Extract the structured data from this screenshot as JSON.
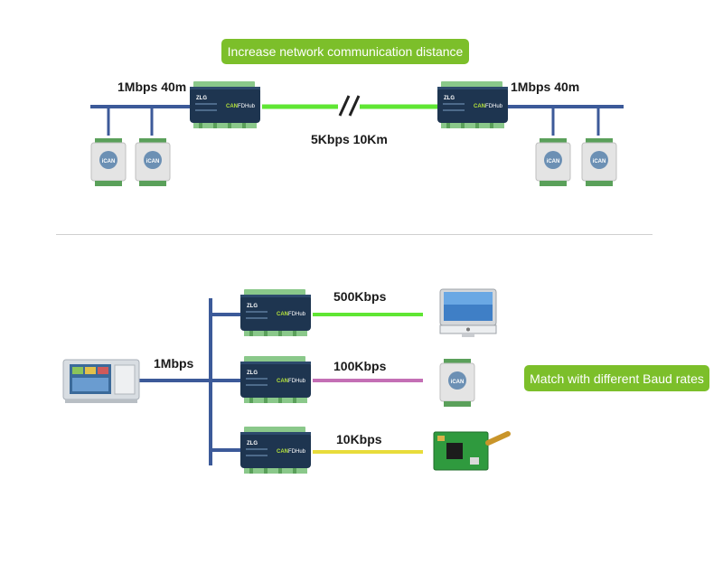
{
  "top_section": {
    "title": "Increase network communication distance",
    "left_rate": "1Mbps 40m",
    "right_rate": "1Mbps 40m",
    "link_rate": "5Kbps 10Km"
  },
  "bottom_section": {
    "master_rate": "1Mbps",
    "branch_rates": [
      "500Kbps",
      "100Kbps",
      "10Kbps"
    ],
    "side_label": "Match with different Baud rates"
  },
  "device": {
    "model_tag": "ZLG",
    "product_name": "CANFDHub",
    "brand_logo": "iCAN"
  },
  "colors": {
    "bus": "#3c5a99",
    "green_link": "#5fe633",
    "magenta_link": "#c46fb5",
    "yellow_link": "#e8dc3a",
    "badge": "#7cbf2a"
  }
}
